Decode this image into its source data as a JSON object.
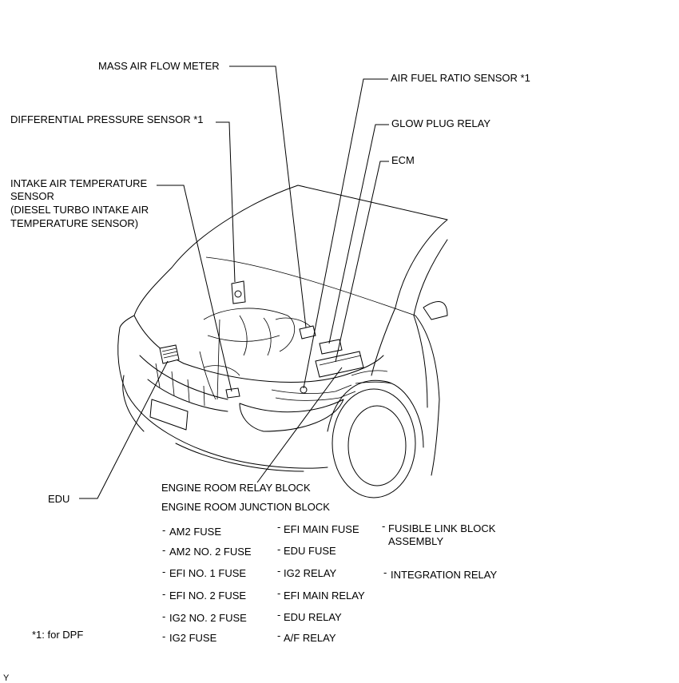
{
  "labels": {
    "mass_air_flow_meter": "MASS AIR FLOW METER",
    "air_fuel_ratio_sensor": "AIR FUEL RATIO SENSOR *1",
    "differential_pressure_sensor": "DIFFERENTIAL PRESSURE SENSOR *1",
    "glow_plug_relay": "GLOW PLUG RELAY",
    "ecm": "ECM",
    "intake_air_temp_line1": "INTAKE AIR TEMPERATURE",
    "intake_air_temp_line2": "SENSOR",
    "intake_air_temp_line3": "(DIESEL TURBO INTAKE AIR",
    "intake_air_temp_line4": "TEMPERATURE SENSOR)",
    "edu": "EDU",
    "engine_room_relay_block": "ENGINE ROOM RELAY BLOCK",
    "engine_room_junction_block": "ENGINE ROOM JUNCTION BLOCK",
    "footnote": "*1: for DPF",
    "corner_mark": "Y"
  },
  "junction_block_items": {
    "col1": [
      "AM2 FUSE",
      "AM2 NO. 2 FUSE",
      "EFI NO. 1 FUSE",
      "EFI NO. 2 FUSE",
      "IG2 NO. 2 FUSE",
      "IG2 FUSE"
    ],
    "col2": [
      "EFI MAIN FUSE",
      "EDU FUSE",
      "IG2 RELAY",
      "EFI MAIN RELAY",
      "EDU RELAY",
      "A/F RELAY"
    ],
    "col3_line1": "FUSIBLE LINK BLOCK",
    "col3_line2": "ASSEMBLY",
    "col3_item2": "INTEGRATION RELAY"
  }
}
